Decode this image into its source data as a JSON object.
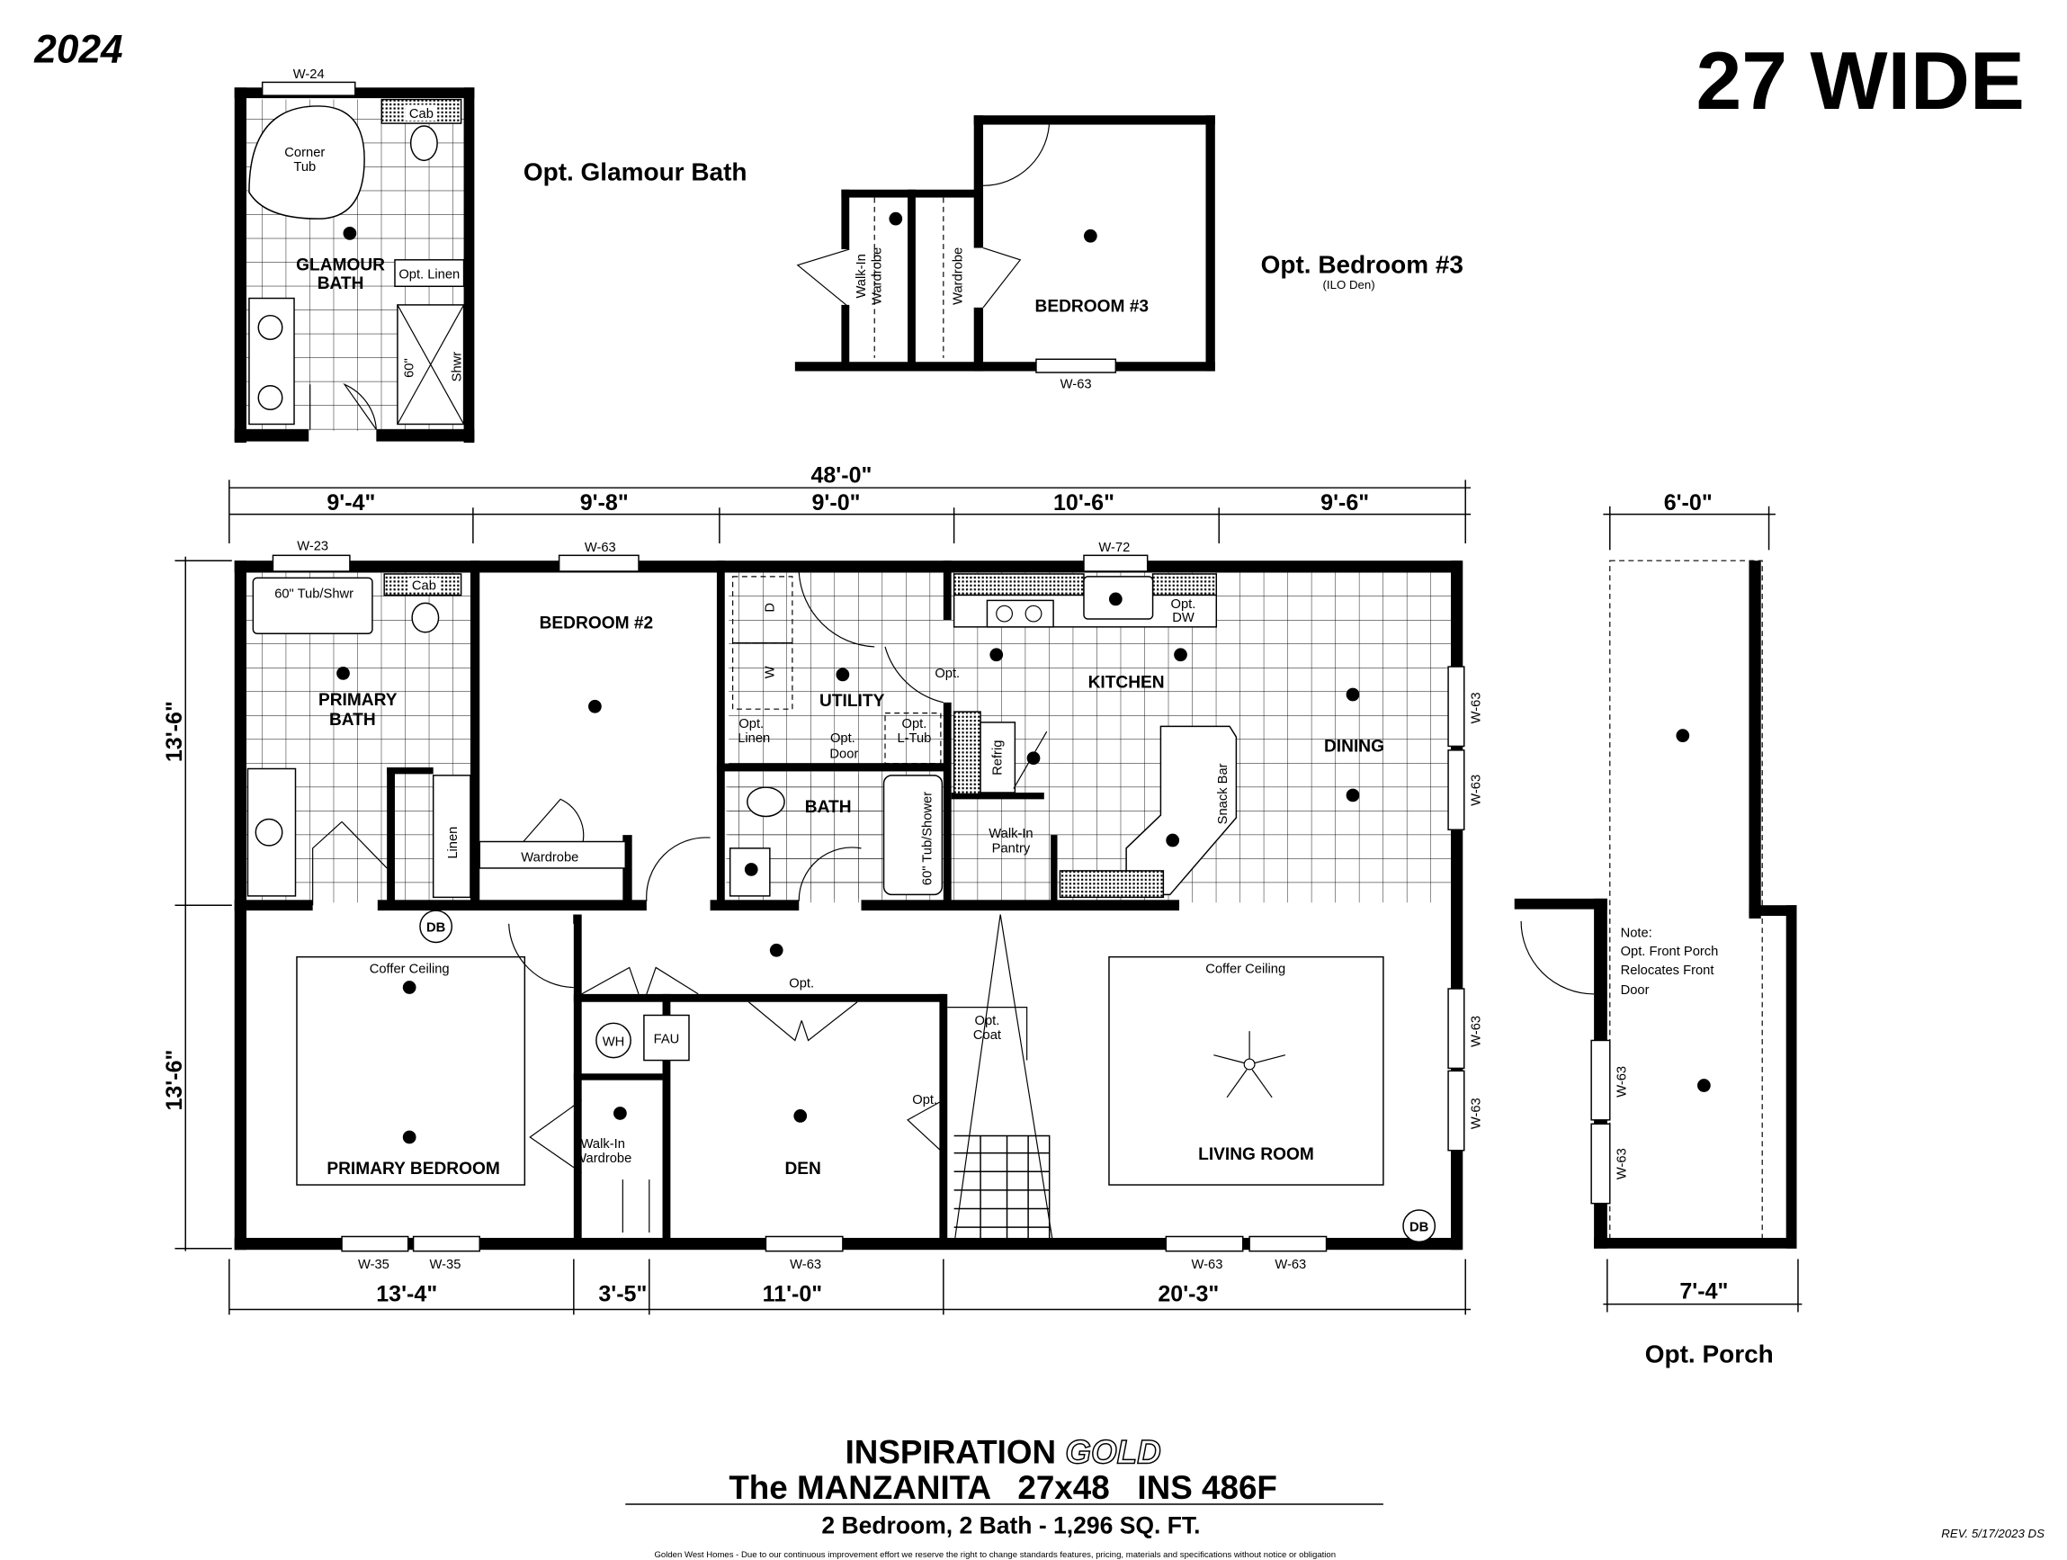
{
  "header": {
    "year": "2024",
    "width_label": "27 WIDE"
  },
  "glamour_bath": {
    "title": "Opt. Glamour Bath",
    "window": "W-24",
    "tub": "Corner",
    "tub2": "Tub",
    "cab": "Cab",
    "name1": "GLAMOUR",
    "name2": "BATH",
    "linen": "Opt. Linen",
    "shower_size": "60\"",
    "shower": "Shwr"
  },
  "bedroom3": {
    "title": "Opt. Bedroom #3",
    "subtitle": "(ILO Den)",
    "name": "BEDROOM  #3",
    "walkin": "Walk-In",
    "walkin2": "Wardrobe",
    "wardrobe": "Wardrobe",
    "window": "W-63"
  },
  "dimensions": {
    "overall": "48'-0\"",
    "top": [
      "9'-4\"",
      "9'-8\"",
      "9'-0\"",
      "10'-6\"",
      "9'-6\""
    ],
    "bottom": [
      "13'-4\"",
      "3'-5\"",
      "11'-0\"",
      "20'-3\""
    ],
    "left": [
      "13'-6\"",
      "13'-6\""
    ],
    "porch_top": "6'-0\"",
    "porch_bottom": "7'-4\""
  },
  "windows": {
    "w23": "W-23",
    "w63_bed2": "W-63",
    "w72": "W-72",
    "dining1": "W-63",
    "dining2": "W-63",
    "living1": "W-63",
    "living2": "W-63",
    "bottom_w35a": "W-35",
    "bottom_w35b": "W-35",
    "den": "W-63",
    "living_b1": "W-63",
    "living_b2": "W-63",
    "porch1": "W-63",
    "porch2": "W-63"
  },
  "rooms": {
    "primary_bath": {
      "tub": "60\" Tub/Shwr",
      "cab": "Cab",
      "name1": "PRIMARY",
      "name2": "BATH",
      "linen": "Linen"
    },
    "bedroom2": {
      "name": "BEDROOM  #2",
      "wardrobe": "Wardrobe"
    },
    "utility": {
      "name": "UTILITY",
      "dryer": "D",
      "washer": "W",
      "opt_linen1": "Opt.",
      "opt_linen2": "Linen",
      "opt_door1": "Opt.",
      "opt_door2": "Door",
      "opt_ltub1": "Opt.",
      "opt_ltub2": "L-Tub",
      "opt": "Opt."
    },
    "bath": {
      "name": "BATH",
      "tub": "60\" Tub/Shower"
    },
    "kitchen": {
      "name": "KITCHEN",
      "dw1": "Opt.",
      "dw2": "DW",
      "refrig": "Refrig",
      "pantry1": "Walk-In",
      "pantry2": "Pantry",
      "snack": "Snack Bar"
    },
    "dining": {
      "name": "DINING"
    },
    "primary_bedroom": {
      "name": "PRIMARY BEDROOM",
      "ceiling": "Coffer Ceiling",
      "db": "DB",
      "walkin1": "Walk-In",
      "walkin2": "Wardrobe",
      "wh": "WH",
      "fau": "FAU",
      "opt": "Opt."
    },
    "den": {
      "name": "DEN"
    },
    "living": {
      "name": "LIVING ROOM",
      "ceiling": "Coffer Ceiling",
      "db": "DB",
      "coat1": "Opt.",
      "coat2": "Coat",
      "opt": "Opt."
    }
  },
  "porch": {
    "title": "Opt. Porch",
    "note": [
      "Note:",
      "Opt. Front Porch",
      "Relocates Front",
      "Door"
    ]
  },
  "footer": {
    "brand": "INSPIRATION",
    "brand_accent": "GOLD",
    "model": "The MANZANITA   27x48   INS 486F",
    "summary": "2 Bedroom, 2 Bath - 1,296 SQ. FT.",
    "disclaimer": "Golden West Homes - Due to our continuous improvement effort we reserve the right to change standards features, pricing, materials and specifications without notice or obligation",
    "revision": "REV. 5/17/2023  DS"
  }
}
